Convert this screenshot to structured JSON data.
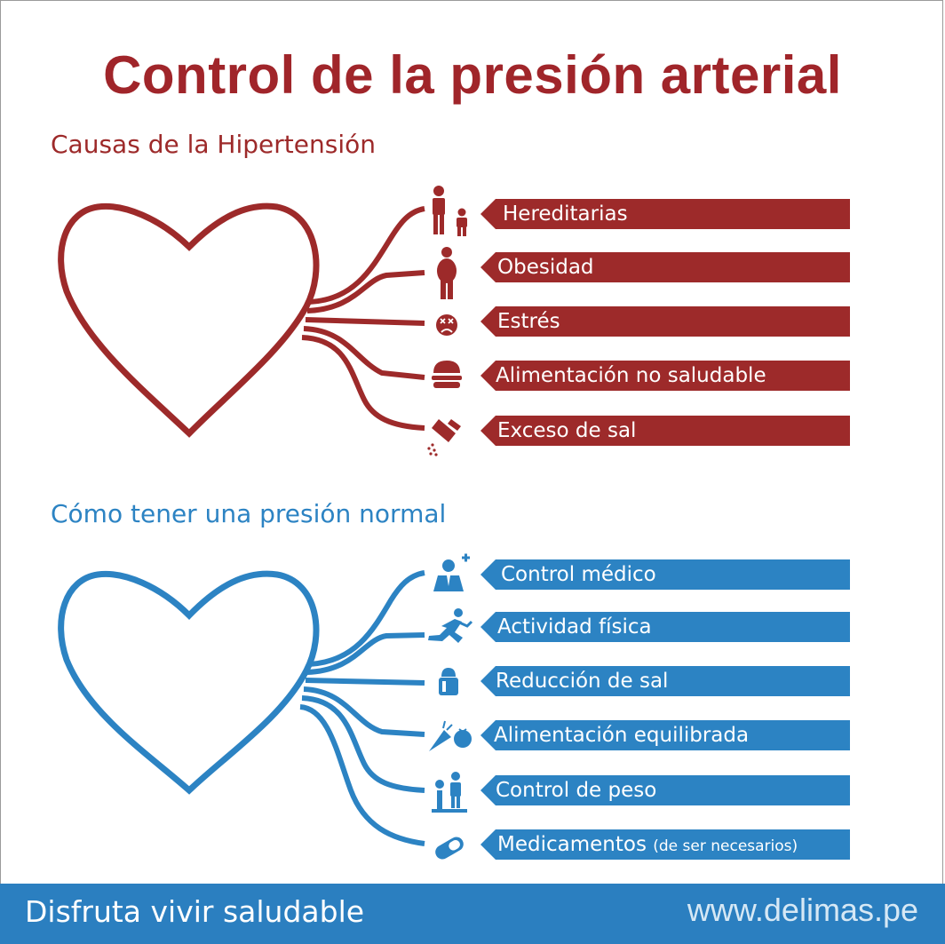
{
  "title": "Control de la presión arterial",
  "causes": {
    "heading": "Causas de la Hipertensión",
    "color": "#9d2a2a",
    "items": [
      {
        "label": "Hereditarias",
        "icon": "family-icon"
      },
      {
        "label": "Obesidad",
        "icon": "obese-person-icon"
      },
      {
        "label": "Estrés",
        "icon": "stressed-face-icon"
      },
      {
        "label": "Alimentación no saludable",
        "icon": "burger-icon"
      },
      {
        "label": "Exceso de sal",
        "icon": "salt-shaker-pouring-icon"
      }
    ]
  },
  "prevention": {
    "heading": "Cómo tener una presión normal",
    "color": "#2c83c3",
    "items": [
      {
        "label": "Control médico",
        "icon": "doctor-icon"
      },
      {
        "label": "Actividad física",
        "icon": "running-person-icon"
      },
      {
        "label": "Reducción de sal",
        "icon": "salt-shaker-icon"
      },
      {
        "label": "Alimentación equilibrada",
        "icon": "carrot-tomato-icon"
      },
      {
        "label": "Control de peso",
        "icon": "weighing-scale-icon"
      },
      {
        "label": "Medicamentos",
        "label_note": "(de ser necesarios)",
        "icon": "pill-icon"
      }
    ]
  },
  "footer": {
    "slogan": "Disfruta vivir saludable",
    "website": "www.delimas.pe"
  }
}
